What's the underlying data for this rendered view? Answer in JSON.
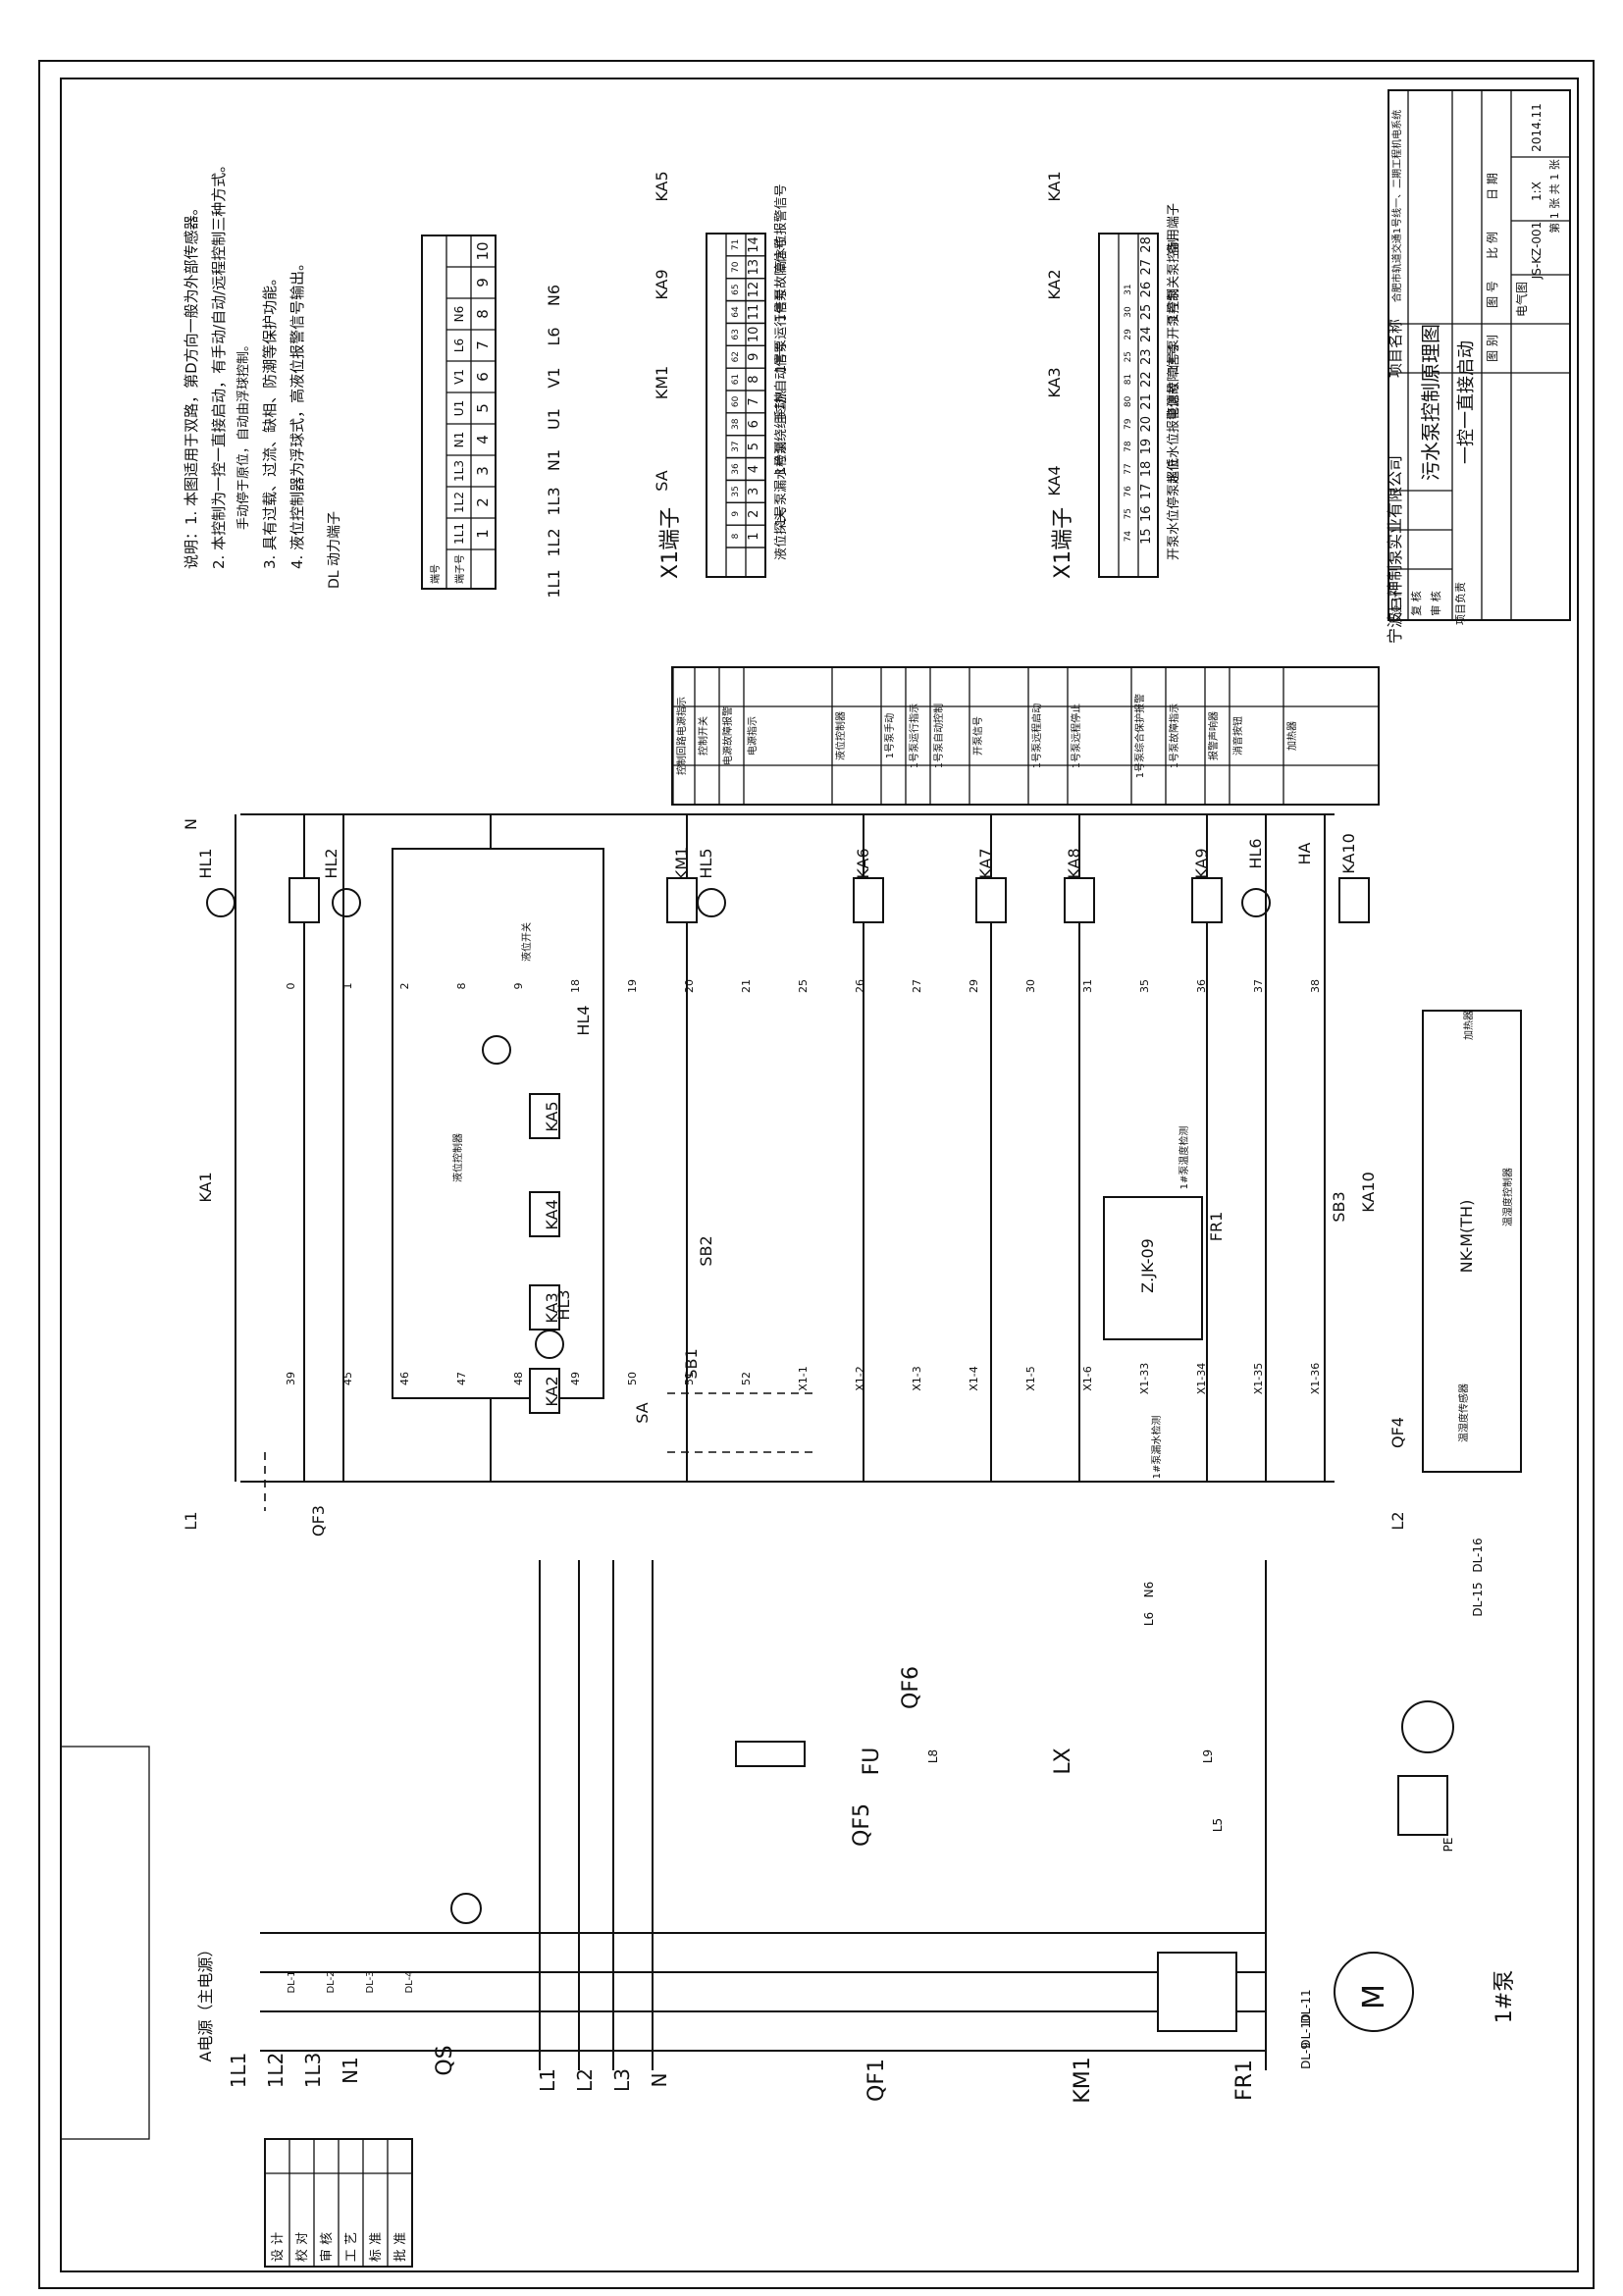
{
  "title_block": {
    "company": "宁波巨神制泵实业有限公司",
    "drawing_name": "污水泵控制原理图",
    "subtitle": "一控一直接启动",
    "project_label": "项目名称",
    "project_value": "合肥市轨道交通1号线一、二期工程机电系统",
    "roles": [
      "设 计",
      "复 核",
      "审 核",
      "项目负责"
    ],
    "meta": [
      {
        "label": "图 别",
        "value": "电气图"
      },
      {
        "label": "图 号",
        "value": "JS-KZ-001"
      },
      {
        "label": "比 例",
        "value": "1:X"
      },
      {
        "label": "日 期",
        "value": "2014.11"
      }
    ],
    "sheet": "第 1 张  共 1 张"
  },
  "revision_block": [
    "设 计",
    "校 对",
    "审 核",
    "工 艺",
    "标 准",
    "批 准"
  ],
  "notes": [
    "说明：1. 本图适用于双路，第D方向一般为外部传感器。",
    "2. 本控制为一控一直接启动，有手动/自动/远程控制三种方式。",
    "手动停于原位，自动由浮球控制。",
    "3. 具有过载、过流、缺相、防潮等保护功能。",
    "4. 液位控制器为浮球式，高液位报警信号输出。"
  ],
  "dl_table": {
    "label": "DL 动力端子",
    "row1": "端号",
    "row2": "端子号",
    "cells": [
      "1L1",
      "1L2",
      "1L3",
      "N1",
      "U1",
      "V1",
      "L6",
      "N6"
    ],
    "nums": [
      "1",
      "2",
      "3",
      "4",
      "5",
      "6",
      "7",
      "8",
      "9",
      "10"
    ],
    "bottom": [
      "1L1",
      "1L2",
      "1L3",
      "N1",
      "U1",
      "V1",
      "L6",
      "N6"
    ]
  },
  "x1_upper": {
    "name": "X1端子",
    "contacts": [
      "SA",
      "KM1",
      "KA9",
      "KA5"
    ],
    "wires": [
      "8",
      "9",
      "35",
      "36",
      "37",
      "38",
      "60",
      "61",
      "62",
      "63",
      "64",
      "65",
      "70",
      "71"
    ],
    "nums": [
      "1",
      "2",
      "3",
      "4",
      "5",
      "6",
      "7",
      "8",
      "9",
      "10",
      "11",
      "12",
      "13",
      "14"
    ],
    "labels": [
      "液位探头",
      "1号泵漏水检测",
      "1号泵绕组过热",
      "手动/自动信号",
      "1号泵运行信号",
      "1号泵故障信号",
      "高水位报警信号"
    ]
  },
  "x1_lower": {
    "name": "X1端子",
    "contacts": [
      "KA4",
      "KA3",
      "KA2",
      "KA1"
    ],
    "wires": [
      "74",
      "75",
      "76",
      "77",
      "78",
      "79",
      "80",
      "81",
      "25",
      "29",
      "30",
      "31"
    ],
    "nums": [
      "15",
      "16",
      "17",
      "18",
      "19",
      "20",
      "21",
      "22",
      "23",
      "24",
      "25",
      "26",
      "27",
      "28"
    ],
    "labels": [
      "开泵水位",
      "停泵水位",
      "超低水位报警信号",
      "电源故障信号",
      "1号泵开泵控制",
      "1号泵关泵控制",
      "备用端子"
    ]
  },
  "ladder_labels": [
    "控制回路电源指示",
    "控制开关",
    "电源故障报警",
    "电源指示",
    "液位控制器",
    "1号泵手动",
    "1号泵运行指示",
    "1号泵自动控制",
    "开泵信号",
    "1号泵远程启动",
    "1号泵远程停止",
    "1号泵综合保护报警",
    "1号泵故障指示",
    "报警声响器",
    "消音按钮",
    "加热器"
  ],
  "control_refs": [
    "N",
    "HL1",
    "KA1",
    "HL2",
    "HL5",
    "KM1",
    "KA6",
    "KA7",
    "KA8",
    "KA9",
    "HL6",
    "HA",
    "KA10",
    "L1",
    "QF3",
    "L2",
    "QF4",
    "HL4",
    "HL3",
    "KA5",
    "KA4",
    "KA3",
    "KA2",
    "SA",
    "SB1",
    "SB2",
    "SB3",
    "FR1",
    "KA10",
    "Z.JK-09",
    "NK-M(TH)"
  ],
  "control_wires": [
    "0",
    "1",
    "2",
    "8",
    "9",
    "18",
    "19",
    "20",
    "21",
    "25",
    "26",
    "27",
    "29",
    "30",
    "31",
    "35",
    "36",
    "37",
    "38",
    "39",
    "45",
    "46",
    "47",
    "48",
    "49",
    "50",
    "51",
    "52",
    "X1-1",
    "X1-2",
    "X1-3",
    "X1-4",
    "X1-5",
    "X1-6",
    "X1-33",
    "X1-34",
    "X1-35",
    "X1-36"
  ],
  "module_labels": [
    "液位控制器",
    "液位开关",
    "1#泵漏水检测",
    "1#泵温度检测",
    "温湿度控制器",
    "温湿度传感器",
    "加热器"
  ],
  "power": {
    "supply": "A电源（主电源）",
    "phases": [
      "1L1",
      "1L2",
      "1L3",
      "N1"
    ],
    "dl_terms": [
      "DL-1",
      "DL-2",
      "DL-3",
      "DL-4"
    ],
    "bus": [
      "L1",
      "L2",
      "L3",
      "N"
    ],
    "devices": [
      "QS",
      "QF1",
      "KM1",
      "FR1",
      "QF5",
      "FU",
      "LX",
      "QF6"
    ],
    "wires": [
      "L5",
      "L6",
      "L8",
      "L9",
      "N6",
      "PE",
      "DL-15",
      "DL-16",
      "DL-9",
      "DL-10",
      "DL-11"
    ],
    "motor": "M",
    "pump": "1#泵"
  }
}
